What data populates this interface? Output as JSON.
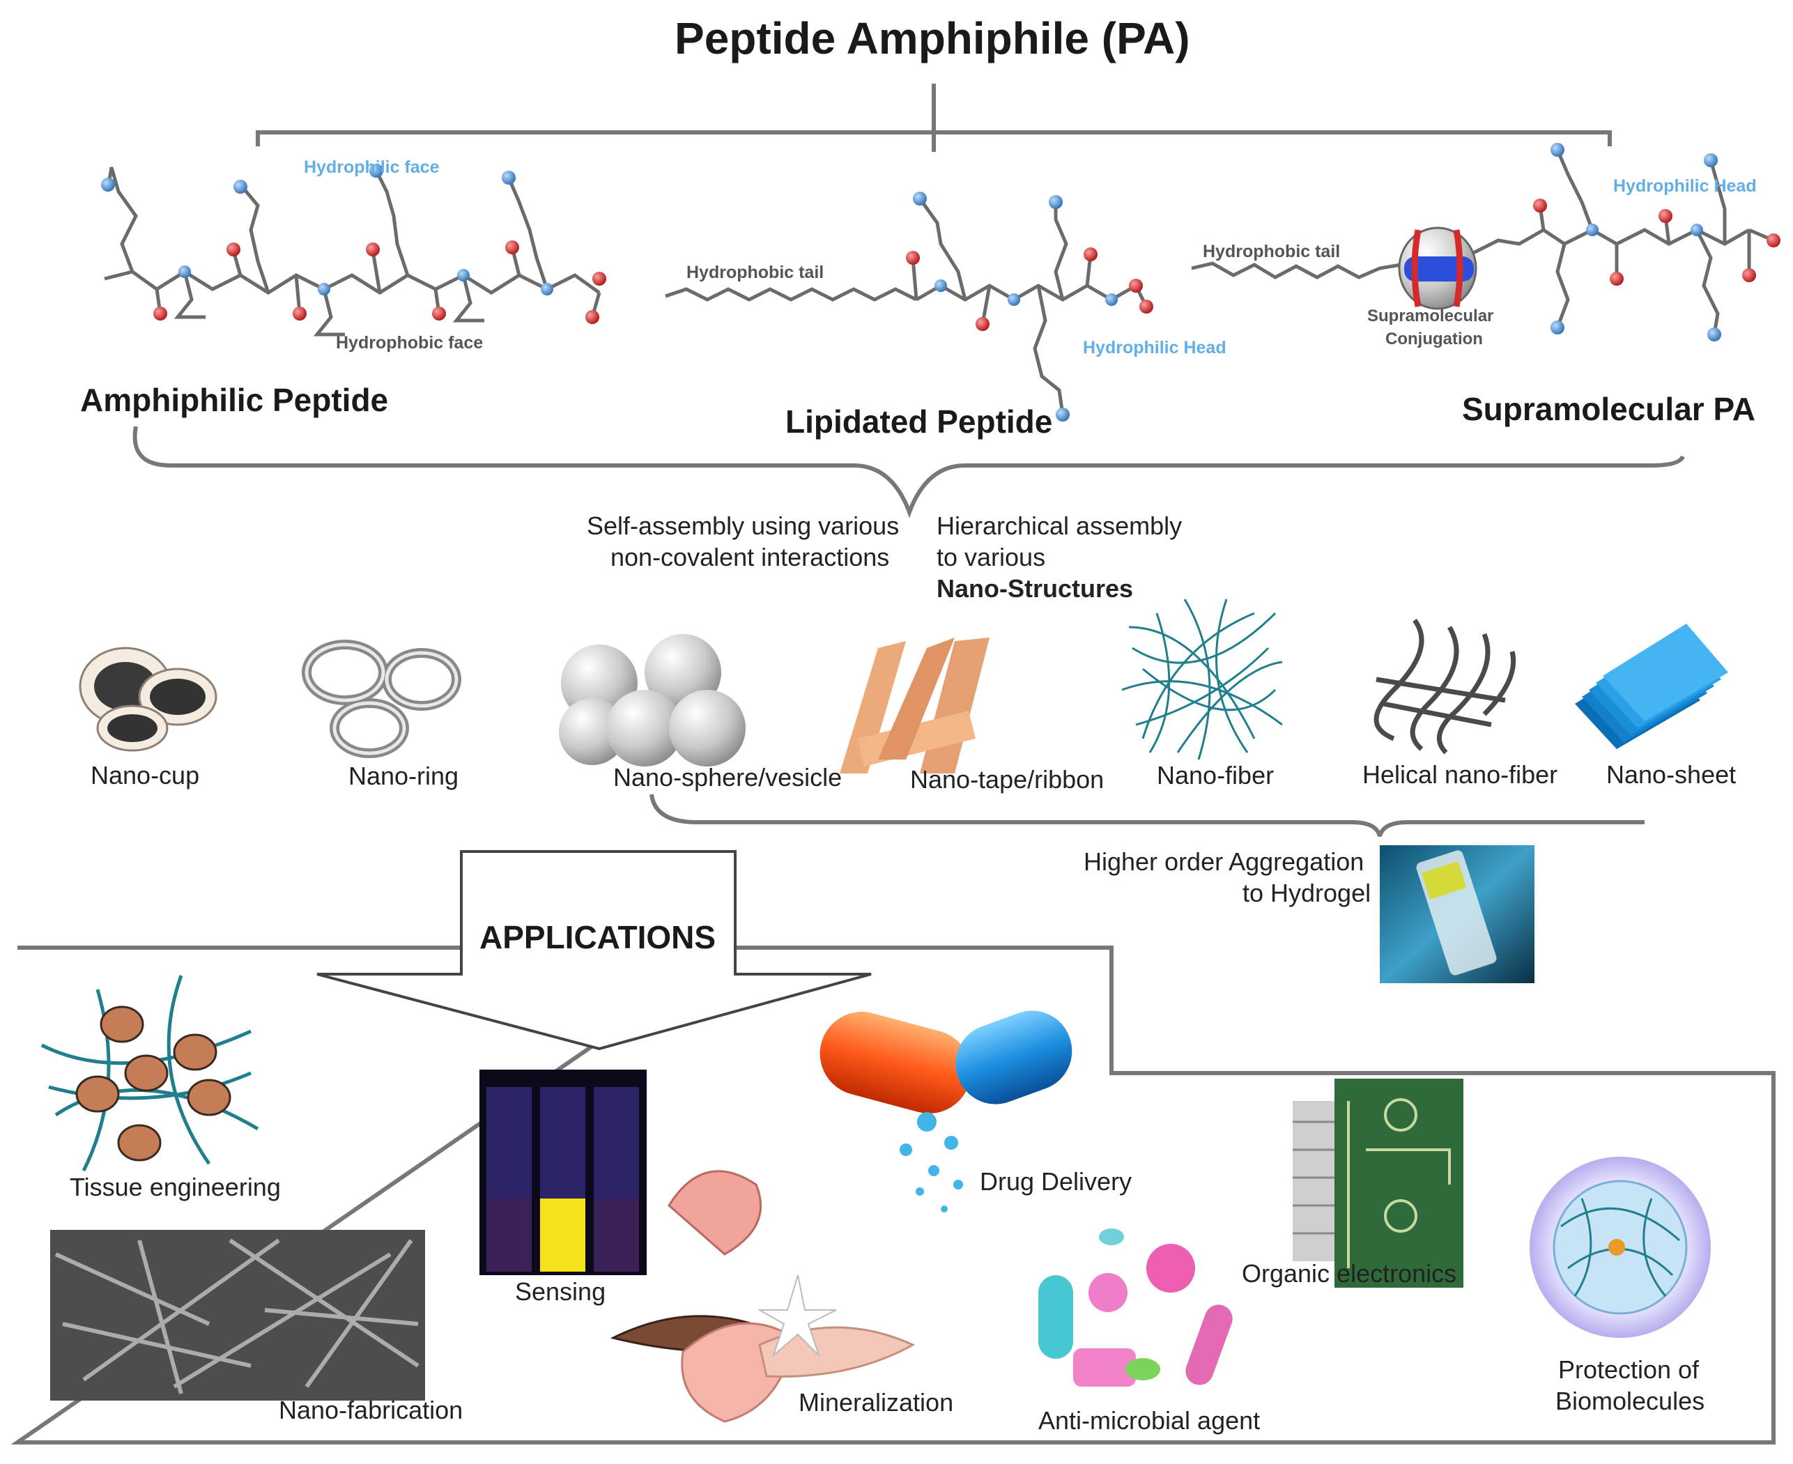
{
  "title": "Peptide Amphiphile (PA)",
  "classes": {
    "amphiphilic": {
      "name": "Amphiphilic Peptide",
      "hydrophilic_face": "Hydrophilic face",
      "hydrophobic_face": "Hydrophobic face"
    },
    "lipidated": {
      "name": "Lipidated Peptide",
      "hydrophobic_tail": "Hydrophobic tail",
      "hydrophilic_head": "Hydrophilic Head"
    },
    "supramolecular": {
      "name": "Supramolecular PA",
      "hydrophobic_tail": "Hydrophobic tail",
      "hydrophilic_head": "Hydrophilic Head",
      "conjugation_line1": "Supramolecular",
      "conjugation_line2": "Conjugation"
    }
  },
  "assembly": {
    "left_line1": "Self-assembly using various",
    "left_line2": "non-covalent interactions",
    "right_line1": "Hierarchical assembly",
    "right_line2": "to various",
    "right_line3": "Nano-Structures"
  },
  "nanostructures": [
    "Nano-cup",
    "Nano-ring",
    "Nano-sphere/vesicle",
    "Nano-tape/ribbon",
    "Nano-fiber",
    "Helical nano-fiber",
    "Nano-sheet"
  ],
  "hydrogel": {
    "line1": "Higher order Aggregation",
    "line2": "to Hydrogel"
  },
  "applications": {
    "heading": "APPLICATIONS",
    "items": {
      "tissue": "Tissue engineering",
      "sensing": "Sensing",
      "drug": "Drug Delivery",
      "electronics": "Organic electronics",
      "fabrication": "Nano-fabrication",
      "mineralization": "Mineralization",
      "antimicrobial": "Anti-microbial agent",
      "protection_line1": "Protection of",
      "protection_line2": "Biomolecules"
    }
  },
  "colors": {
    "hydrophilic_label": "#62aee5",
    "atom_blue": "#4a86c8",
    "atom_red": "#d42a2a",
    "bond": "#6b6b6b",
    "fiber_teal": "#1f7f8c",
    "sheet_blue": "#1a8fd8"
  }
}
